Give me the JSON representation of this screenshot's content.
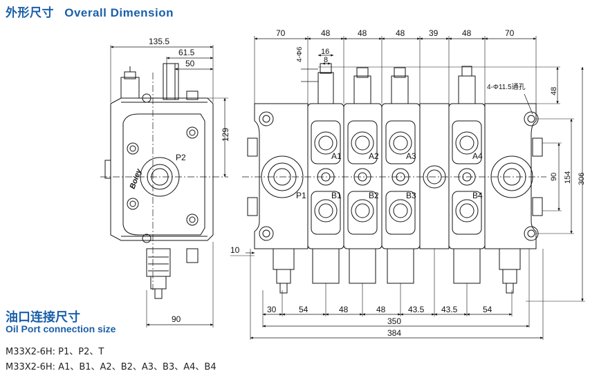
{
  "header": {
    "title_cn": "外形尺寸",
    "title_en": "Overall Dimension"
  },
  "section": {
    "title_cn": "油口连接尺寸",
    "title_en": "Oil Port connection size"
  },
  "specs": {
    "line1": "M33X2-6H: P1、P2、T",
    "line2": "M33X2-6H: A1、B1、A2、B2、A3、B3、A4、B4"
  },
  "side_view": {
    "dims": {
      "d135": "135.5",
      "d61": "61.5",
      "d50": "50",
      "d129": "129",
      "d90": "90",
      "d10": "10"
    },
    "port_label": "P2",
    "logo": "Boiey"
  },
  "front_view": {
    "top_dims": [
      "70",
      "48",
      "48",
      "48",
      "39",
      "48",
      "70"
    ],
    "d16": "16",
    "d8": "8",
    "phi6": "4-Φ6",
    "mount_hole": "4-Φ11.5通孔",
    "right_dims": {
      "d48": "48",
      "d90": "90",
      "d154": "154",
      "d306": "306"
    },
    "bottom_dims": [
      "30",
      "54",
      "48",
      "48",
      "43.5",
      "43.5",
      "54"
    ],
    "total_350": "350",
    "total_384": "384",
    "ports": {
      "p1": "P1",
      "a1": "A1",
      "b1": "B1",
      "a2": "A2",
      "b2": "B2",
      "a3": "A3",
      "b3": "B3",
      "a4": "A4",
      "b4": "B4"
    }
  }
}
